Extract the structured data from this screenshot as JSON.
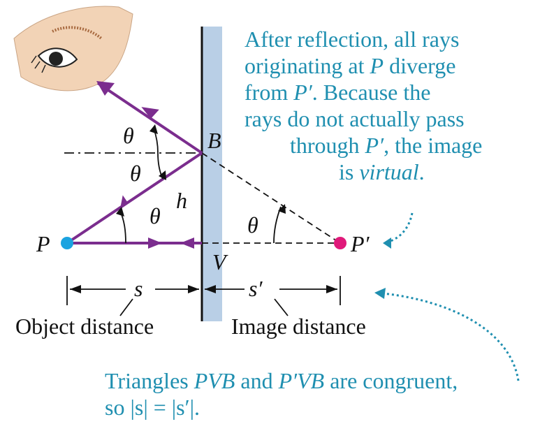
{
  "colors": {
    "ray": "#7b2d8e",
    "mirror": "#b9cfe6",
    "object_point": "#1ba3e0",
    "image_point": "#e0197a",
    "annotation": "#1f8fb0",
    "text": "#111111",
    "skin": "#f2d3b6"
  },
  "labels": {
    "B": "B",
    "V": "V",
    "h": "h",
    "P": "P",
    "P_prime": "P′",
    "theta": "θ",
    "s": "s",
    "s_prime": "s′",
    "object_distance": "Object distance",
    "image_distance": "Image distance"
  },
  "note_top": {
    "lines": [
      "After reflection, all rays",
      "originating at P diverge",
      "from P′. Because the",
      "rays do not actually pass",
      "through P′, the image",
      "is virtual."
    ]
  },
  "note_bottom": {
    "line1_a": "Triangles ",
    "line1_pvb": "PVB",
    "line1_b": " and ",
    "line1_ppvb": "P′VB",
    "line1_c": " are congruent,",
    "line2": "so |s| = |s′|."
  },
  "icons": {
    "eye": "eye-icon",
    "eyebrow": "eyebrow-icon"
  }
}
